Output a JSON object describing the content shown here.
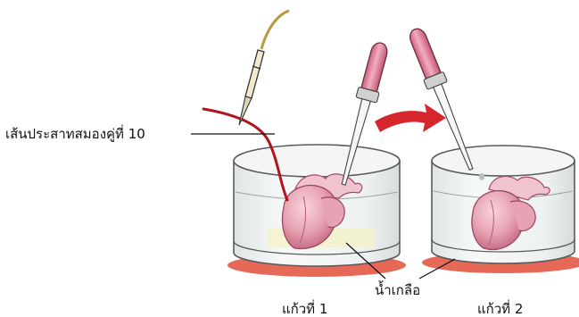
{
  "labels": {
    "nerve": "เส้นประสาทสมองคู่ที่ 10",
    "saline": "น้ำเกลือ",
    "glass1": "แก้วที่ 1",
    "glass2": "แก้วที่ 2"
  },
  "colors": {
    "glass_outline": "#5a5a5a",
    "glass_fill": "#eef1f1",
    "heart": "#e7a3b3",
    "heart_shade": "#c86f88",
    "nerve": "#b0141d",
    "dropper_bulb": "#e68aa3",
    "arrow": "#d6262d",
    "shadow": "#e24e3a",
    "electrode": "#b59a3c"
  }
}
